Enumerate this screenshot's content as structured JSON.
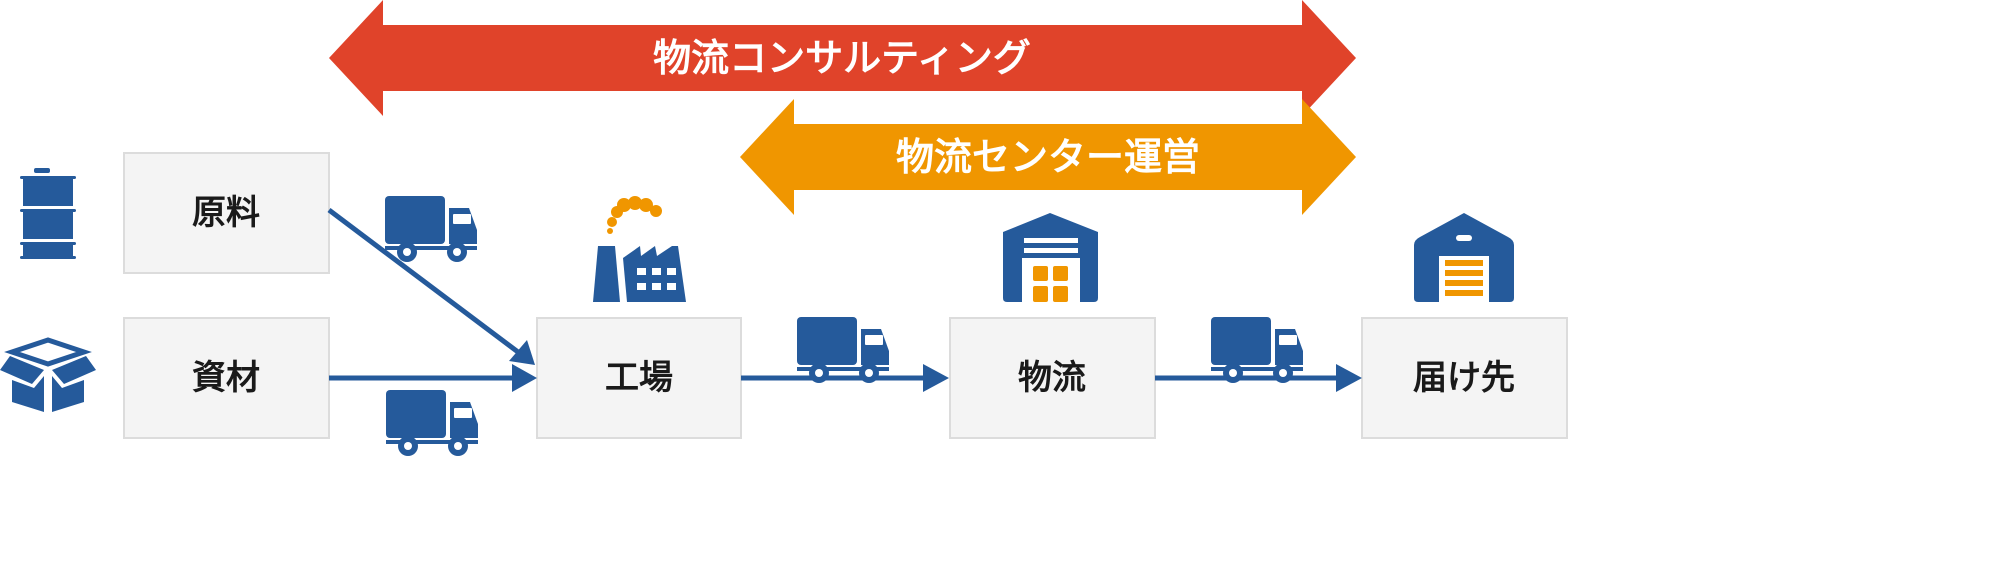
{
  "banners": {
    "consulting": "物流コンサルティング",
    "center_operation": "物流センター運営"
  },
  "nodes": {
    "raw_material": "原料",
    "materials": "資材",
    "factory": "工場",
    "logistics": "物流",
    "destination": "届け先"
  },
  "colors": {
    "consulting": "#e0432a",
    "center_operation": "#f09600",
    "primary": "#255a9b"
  }
}
